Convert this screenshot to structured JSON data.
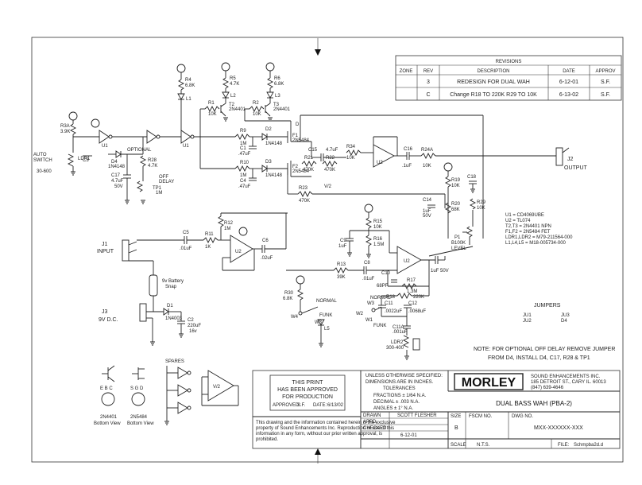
{
  "revisions": {
    "title": "REVISIONS",
    "headers": [
      "ZONE",
      "REV",
      "DESCRIPTION",
      "DATE",
      "APPROV"
    ],
    "rows": [
      {
        "zone": "",
        "rev": "3",
        "desc": "REDESIGN FOR DUAL WAH",
        "date": "6-12-01",
        "appr": "S.F."
      },
      {
        "zone": "",
        "rev": "C",
        "desc": "Change R18 TO 220K R29 TO 10K",
        "date": "6-13-02",
        "appr": "S.F."
      }
    ]
  },
  "labels": {
    "auto_switch_1": "AUTO",
    "auto_switch_2": "SWITCH",
    "auto_range": "30-600",
    "ldr1": "LDR1",
    "optional": "OPTIONAL",
    "off_delay_1": "OFF",
    "off_delay_2": "DELAY",
    "tp1": "TP1",
    "one_m": "1M",
    "c17": "C17",
    "c17_val": "4.7uF",
    "c17_v": "50V",
    "d4": "D4",
    "d4_part": "1N4148",
    "r28": "R28",
    "r28_val": "4.7K",
    "r3a": "R3A",
    "r3a_val": "3.9K",
    "c3": "C3",
    "r4": "R4",
    "r4_val": "6.8K",
    "l1": "L1",
    "r5": "R5",
    "r5_val": "4.7K",
    "l2": "L2",
    "r6": "R6",
    "r6_val": "6.8K",
    "l3": "L3",
    "r1": "R1",
    "r1_val": "10K",
    "t2": "T2",
    "t2_part": "2N4401",
    "r2": "R2",
    "r2_val": "10K",
    "t3": "T3",
    "t3_part": "2N4401",
    "r9": "R9",
    "r9_val": "1M",
    "d2": "D2",
    "d2_part": "1N4148",
    "c1": "C1",
    "c1_val": ".47uF",
    "r10": "R10",
    "r10_val": "1M",
    "d3": "D3",
    "d3_part": "1N4148",
    "c4": "C4",
    "c4_val": ".47uF",
    "f1": "F1",
    "f1_part": "2N5484",
    "f2": "F2",
    "f2_part": "2N5484",
    "c15": "C15",
    "c15_val": "4.7uF",
    "r21": "R21",
    "r21_val": "470K",
    "r22": "R22",
    "r22_val": "470K",
    "r14": "R14",
    "r14_val": "10K",
    "r34": "R34",
    "u2b": "U2",
    "c16": "C16",
    "c16_val": ".1uF",
    "r24a": "R24A",
    "r24a_val": "10K",
    "j2": "J2",
    "j2_output": "OUTPUT",
    "r23": "R23",
    "r23_val": "470K",
    "v2": "V/2",
    "r19": "R19",
    "r19_val": "10K",
    "c18": "C18",
    "c14": "C14",
    "c14_val": "1uF",
    "c14_v": "50V",
    "r20": "R20",
    "r20_val": "68K",
    "r29": "R29",
    "r29_val": "10K",
    "p1": "P1",
    "p1_val": "B100K",
    "p1_level": "LEVEL",
    "u1_bom": "U1 = CD4069UBE",
    "u2_bom": "U2 = TL074",
    "t_bom": "T2,T3 = 2N4401 NPN",
    "f_bom": "F1,F2 = 2N5484 FET",
    "ldr_bom": "LDR1,LDR2 = M79-211564-000",
    "l_bom": "L1,L4,L5 = M18-005734-000",
    "j1": "J1",
    "j1_input": "INPUT",
    "c5": "C5",
    "c5_val": ".01uF",
    "r11": "R11",
    "r11_val": "1K",
    "r12": "R12",
    "r12_val": "1M",
    "u2a": "U2",
    "c6": "C6",
    "c6_val": ".02uF",
    "r15": "R15",
    "r15_val": "10K",
    "c9": "C9",
    "c9_val": "1uF",
    "r16": "R16",
    "r16_val": "1.5M",
    "r13": "R13",
    "r13_val": "39K",
    "c8": "C8",
    "c8_val": ".01uF",
    "c10": "C10",
    "c10_val": "68PF",
    "r17": "R17",
    "r17_val": "1.3M",
    "c7": "C7",
    "c7_val": "1uF 50V",
    "u2c": "U2",
    "r18": "R18",
    "r18_val": "220K",
    "battery_1": "9v Battery",
    "battery_2": "Snap",
    "j3": "J3",
    "j3_dc": "9V D.C.",
    "d1": "D1",
    "d1_part": "1N4003",
    "c2": "C2",
    "c2_val": "220uF",
    "c2_v": "16v",
    "r30": "R30",
    "r30_val": "6.8K",
    "normal": "NORMAL",
    "funk": "FUNK",
    "w3": "W3",
    "w4": "W4",
    "w1": "W1",
    "w2": "W2",
    "l5": "L5",
    "c11": "C11",
    "c11_val": ".0022uF",
    "c12": "C12",
    "c12_val": ".0068uF",
    "c11a": "C11A",
    "c11a_val": ".001uF",
    "ldr2": "LDR2",
    "ldr2_range": "300-400",
    "jumpers_title": "JUMPERS",
    "ju1": "JU1",
    "ju2": "JU2",
    "ju3": "JU3",
    "d4_j": "D4",
    "note_1": "NOTE: FOR OPTIONAL OFF DELAY REMOVE JUMPER",
    "note_2": "FROM D4, INSTALL D4, C17, R28 & TP1",
    "spares": "SPARES",
    "vr": "V/2",
    "pin_ebc": "E B C",
    "pin_sgd": "S G D",
    "pin_part1": "2N4401",
    "pin_part2": "2N5484",
    "pin_view1": "Bottom View",
    "pin_view2": "Bottom View"
  },
  "approval": {
    "l1": "THIS PRINT",
    "l2": "HAS BEEN APPROVED",
    "l3": "FOR PRODUCTION",
    "approved_label": "APPROVED:",
    "approved_by": "S.F.",
    "date_label": "DATE:",
    "date": "6/13/02"
  },
  "tolerances": {
    "l1": "UNLESS OTHERWISE SPECIFIED:",
    "l2": "DIMENSIONS ARE IN INCHES.",
    "l3": "TOLERANCES",
    "fractions": "FRACTIONS ± 1/64  N.A.",
    "decimal": "DECIMAL ± .003  N.A.",
    "angles": "ANGLES ± 1°  N.A."
  },
  "company": {
    "logo": "MORLEY",
    "addr1": "SOUND ENHANCEMENTS INC.",
    "addr2": "185 DETROIT ST., CARY IL. 60013",
    "addr3": "(847) 639-4646"
  },
  "title_block": {
    "title": "DUAL BASS WAH (PBA-2)",
    "drawn_label": "DRAWN",
    "drawn_by": "SCOTT FLESHER",
    "appd_label": "APPD",
    "checked_label": "CHECKED",
    "date": "6-12-01",
    "size_label": "SIZE",
    "size": "B",
    "fscm_label": "FSCM NO.",
    "dwg_label": "DWG NO.",
    "dwg_no": "MXX-XXXXXX-XXX",
    "scale_label": "SCALE",
    "scale": "N.T.S.",
    "file_label": "FILE:",
    "file": "Schmpba2d.d"
  },
  "disclaimer": {
    "l1": "This drawing and the information contained herein is the exclusive",
    "l2": "property of Sound Enhancements Inc. Reproduction or use of this",
    "l3": "information in any form, without our prior written approval, is",
    "l4": "prohibited."
  }
}
